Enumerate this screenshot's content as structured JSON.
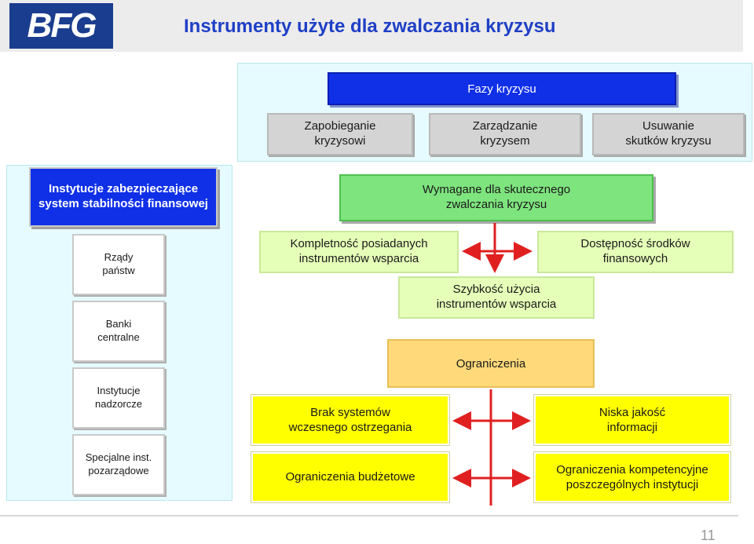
{
  "header": {
    "logo_text": "BFG",
    "title": "Instrumenty użyte dla zwalczania kryzysu"
  },
  "phases": {
    "header": "Fazy kryzysu",
    "items": [
      "Zapobieganie\nkryzysowi",
      "Zarządzanie\nkryzysem",
      "Usuwanie\nskutków kryzysu"
    ]
  },
  "institutions": {
    "header": "Instytucje zabezpieczające system stabilności finansowej",
    "items": [
      "Rządy państw",
      "Banki centralne",
      "Instytucje nadzorcze",
      "Specjalne inst. pozarządowe"
    ]
  },
  "requirements": {
    "header": "Wymagane dla skutecznego zwalczania kryzysu",
    "items": [
      "Kompletność posiadanych instrumentów wsparcia",
      "Dostępność środków finansowych",
      "Szybkość użycia instrumentów wsparcia"
    ]
  },
  "constraints": {
    "header": "Ograniczenia",
    "items": [
      "Brak systemów wczesnego ostrzegania",
      "Niska jakość informacji",
      "Ograniczenia budżetowe",
      "Ograniczenia kompetencyjne poszczególnych instytucji"
    ]
  },
  "footer": {
    "page_number": "11"
  },
  "colors": {
    "title_blue": "#1f3fc6",
    "phase_blue": "#1030e8",
    "green": "#7ee47e",
    "light_green": "#e5ffb8",
    "orange": "#ffd97a",
    "yellow": "#ffff00",
    "arrow_red": "#e02020",
    "logo_blue": "#1b3d8f"
  }
}
